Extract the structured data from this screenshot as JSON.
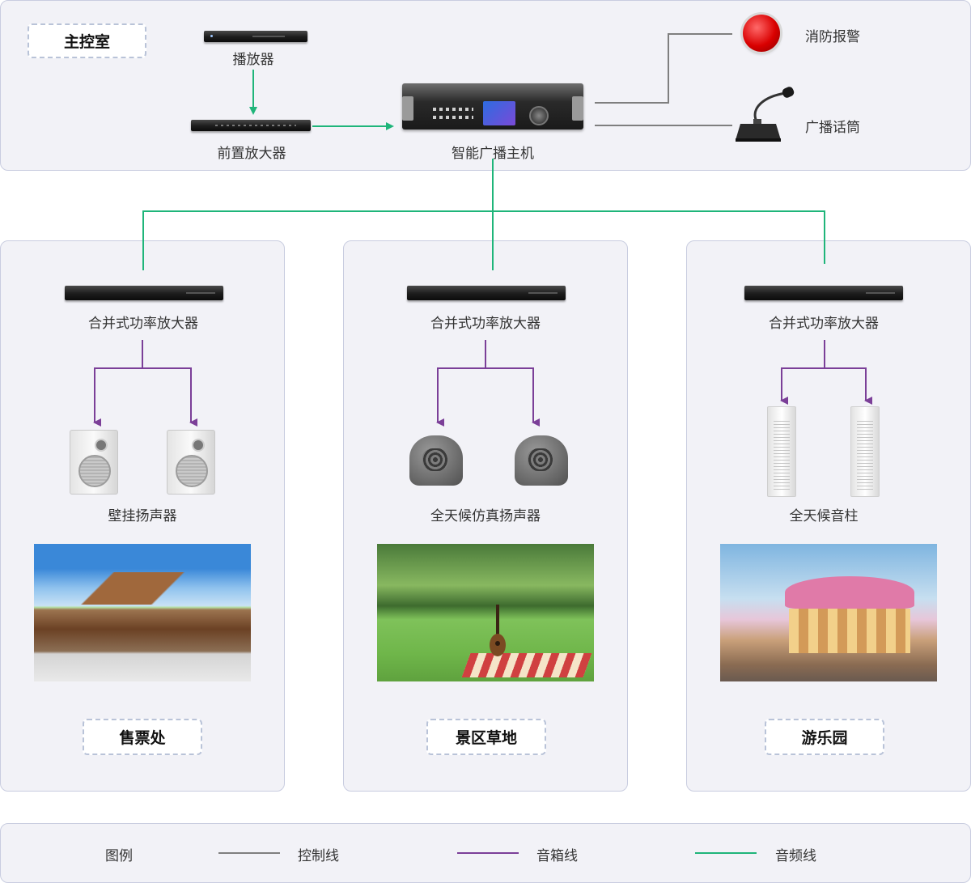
{
  "colors": {
    "control_line": "#7f7f7f",
    "speaker_line": "#7b3f98",
    "audio_line": "#1fb57a",
    "panel_bg": "#f2f2f7",
    "panel_border": "#c9cde0"
  },
  "control_room": {
    "title": "主控室",
    "player": "播放器",
    "preamp": "前置放大器",
    "host": "智能广播主机",
    "fire_alarm": "消防报警",
    "microphone": "广播话筒"
  },
  "zones": [
    {
      "amplifier": "合并式功率放大器",
      "speaker": "壁挂扬声器",
      "speaker_icon": "wall-speaker-icon",
      "area": "售票处",
      "photo": "ticket-office-photo"
    },
    {
      "amplifier": "合并式功率放大器",
      "speaker": "全天候仿真扬声器",
      "speaker_icon": "rock-speaker-icon",
      "area": "景区草地",
      "photo": "lawn-photo"
    },
    {
      "amplifier": "合并式功率放大器",
      "speaker": "全天候音柱",
      "speaker_icon": "column-speaker-icon",
      "area": "游乐园",
      "photo": "amusement-park-photo"
    }
  ],
  "legend": {
    "title": "图例",
    "items": [
      {
        "label": "控制线",
        "color": "#7f7f7f"
      },
      {
        "label": "音箱线",
        "color": "#7b3f98"
      },
      {
        "label": "音频线",
        "color": "#1fb57a"
      }
    ]
  }
}
